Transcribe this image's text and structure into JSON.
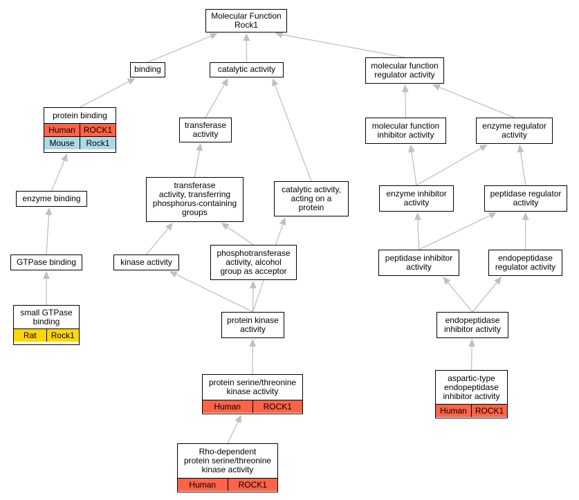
{
  "colors": {
    "edge": "#c0c0c0",
    "Human": "#ff6347",
    "Mouse": "#add8e6",
    "Rat": "#ffd700"
  },
  "nodes": {
    "root": {
      "label": "Molecular Function\nRock1"
    },
    "binding": {
      "label": "binding"
    },
    "catalytic": {
      "label": "catalytic activity"
    },
    "mfreg": {
      "label": "molecular function\nregulator activity"
    },
    "protbind": {
      "label": "protein binding",
      "rows": [
        {
          "species": "Human",
          "gene": "ROCK1"
        },
        {
          "species": "Mouse",
          "gene": "Rock1"
        }
      ]
    },
    "transferase": {
      "label": "transferase\nactivity"
    },
    "mfinhib": {
      "label": "molecular function\ninhibitor activity"
    },
    "enzreg": {
      "label": "enzyme regulator\nactivity"
    },
    "enzbind": {
      "label": "enzyme binding"
    },
    "transphos": {
      "label": "transferase\nactivity, transferring\nphosphorus-containing\ngroups"
    },
    "catprot": {
      "label": "catalytic activity,\nacting on a\nprotein"
    },
    "enzinhib": {
      "label": "enzyme inhibitor\nactivity"
    },
    "pepreg": {
      "label": "peptidase regulator\nactivity"
    },
    "gtpbind": {
      "label": "GTPase binding"
    },
    "kinase": {
      "label": "kinase activity"
    },
    "phosalc": {
      "label": "phosphotransferase\nactivity, alcohol\ngroup as acceptor"
    },
    "pepinhib": {
      "label": "peptidase inhibitor\nactivity"
    },
    "endoreg": {
      "label": "endopeptidase\nregulator activity"
    },
    "smallgtp": {
      "label": "small GTPase\nbinding",
      "rows": [
        {
          "species": "Rat",
          "gene": "Rock1"
        }
      ]
    },
    "protkin": {
      "label": "protein kinase\nactivity"
    },
    "endoinhib": {
      "label": "endopeptidase\ninhibitor activity"
    },
    "serthr": {
      "label": "protein serine/threonine\nkinase activity",
      "rows": [
        {
          "species": "Human",
          "gene": "ROCK1"
        }
      ]
    },
    "aspartic": {
      "label": "aspartic-type\nendopeptidase\ninhibitor activity",
      "rows": [
        {
          "species": "Human",
          "gene": "ROCK1"
        }
      ]
    },
    "rhodep": {
      "label": "Rho-dependent\nprotein serine/threonine\nkinase activity",
      "rows": [
        {
          "species": "Human",
          "gene": "ROCK1"
        }
      ]
    }
  },
  "edges": [
    [
      "binding",
      "root"
    ],
    [
      "catalytic",
      "root"
    ],
    [
      "mfreg",
      "root"
    ],
    [
      "protbind",
      "binding"
    ],
    [
      "transferase",
      "catalytic"
    ],
    [
      "catprot",
      "catalytic"
    ],
    [
      "mfinhib",
      "mfreg"
    ],
    [
      "enzreg",
      "mfreg"
    ],
    [
      "enzbind",
      "protbind"
    ],
    [
      "gtpbind",
      "enzbind"
    ],
    [
      "smallgtp",
      "gtpbind"
    ],
    [
      "transphos",
      "transferase"
    ],
    [
      "kinase",
      "transphos"
    ],
    [
      "phosalc",
      "transphos"
    ],
    [
      "protkin",
      "kinase"
    ],
    [
      "protkin",
      "phosalc"
    ],
    [
      "protkin",
      "catprot"
    ],
    [
      "serthr",
      "protkin"
    ],
    [
      "rhodep",
      "serthr"
    ],
    [
      "enzinhib",
      "mfinhib"
    ],
    [
      "enzinhib",
      "enzreg"
    ],
    [
      "pepreg",
      "enzreg"
    ],
    [
      "pepinhib",
      "enzinhib"
    ],
    [
      "pepinhib",
      "pepreg"
    ],
    [
      "endoreg",
      "pepreg"
    ],
    [
      "endoinhib",
      "pepinhib"
    ],
    [
      "endoinhib",
      "endoreg"
    ],
    [
      "aspartic",
      "endoinhib"
    ]
  ]
}
